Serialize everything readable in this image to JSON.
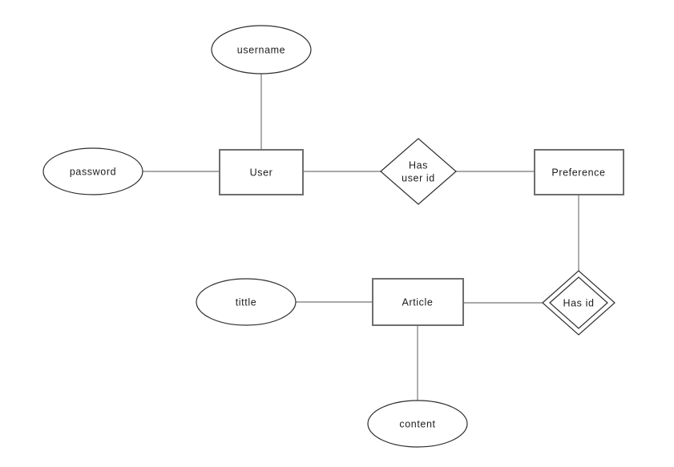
{
  "diagram": {
    "type": "entity-relationship",
    "background_color": "#ffffff",
    "colors": {
      "entity_border": "#6e6e6e",
      "attribute_border": "#2d2d2d",
      "relationship_border": "#2d2d2d",
      "connector": "#8c8c8c",
      "text": "#1c1c1c"
    },
    "entities": [
      {
        "id": "user",
        "label": "User"
      },
      {
        "id": "preference",
        "label": "Preference"
      },
      {
        "id": "article",
        "label": "Article"
      }
    ],
    "attributes": [
      {
        "id": "username",
        "label": "username",
        "attached_to": "User"
      },
      {
        "id": "password",
        "label": "password",
        "attached_to": "User"
      },
      {
        "id": "tittle",
        "label": "tittle",
        "attached_to": "Article"
      },
      {
        "id": "content",
        "label": "content",
        "attached_to": "Article"
      }
    ],
    "relationships": [
      {
        "id": "has-user-id",
        "label_lines": [
          "Has",
          "user id"
        ],
        "weak": false,
        "between": [
          "User",
          "Preference"
        ]
      },
      {
        "id": "has-id",
        "label_lines": [
          "Has id"
        ],
        "weak": true,
        "between": [
          "Preference",
          "Article"
        ]
      }
    ],
    "connections": [
      {
        "from": "username",
        "to": "User"
      },
      {
        "from": "password",
        "to": "User"
      },
      {
        "from": "User",
        "to": "Has user id"
      },
      {
        "from": "Has user id",
        "to": "Preference"
      },
      {
        "from": "Preference",
        "to": "Has id"
      },
      {
        "from": "Has id",
        "to": "Article"
      },
      {
        "from": "tittle",
        "to": "Article"
      },
      {
        "from": "Article",
        "to": "content"
      }
    ]
  }
}
